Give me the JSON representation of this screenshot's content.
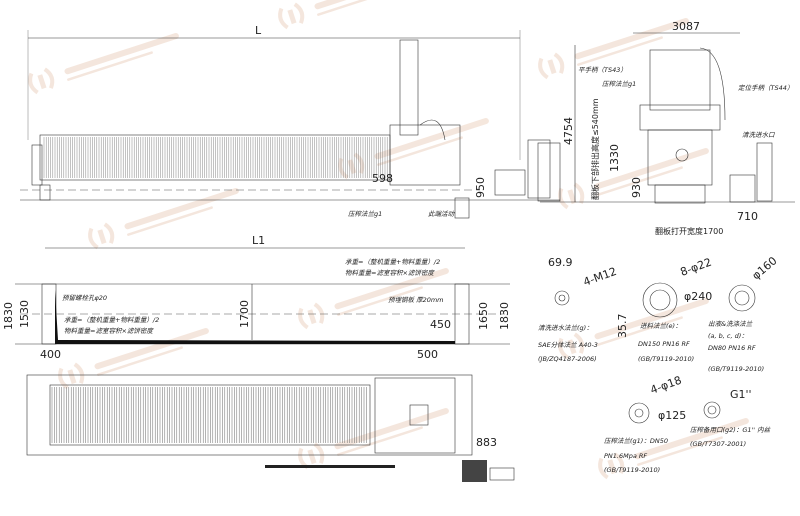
{
  "watermark": {
    "brand": "九龙过滤 JL-filterpress",
    "tagline": "压滤机系统及技术 filter press system & technology",
    "color": "#e8c9b4"
  },
  "side_view": {
    "dim_L": "L",
    "dim_L1": "L1",
    "dim_598": "598",
    "dim_950": "950",
    "label_press_flange": "压榨法兰g1",
    "label_movable_end": "此端活动"
  },
  "front_view": {
    "dim_width": "3087",
    "dim_height": "4754",
    "dim_discharge": "翻板下部排出高度≤540mm",
    "dim_1330": "1330",
    "dim_930": "930",
    "dim_open_width": "翻板打开宽度1700",
    "dim_710": "710",
    "label_flat_handle": "平手柄（TS43）",
    "label_press_flange": "压榨法兰g1",
    "label_locating_handle": "定位手柄（TS44）",
    "label_wash_inlet": "清洗进水口"
  },
  "foundation": {
    "dim_1830_left": "1830",
    "dim_1530": "1530",
    "dim_1700": "1700",
    "dim_450": "450",
    "dim_1650": "1650",
    "dim_1830_right": "1830",
    "dim_400": "400",
    "dim_500": "500",
    "note_bolt_hole": "预留螺栓孔φ20",
    "note_load_left": "承重=（整机重量+物料重量）/2",
    "note_material_left": "物料重量=滤室容积×滤饼密度",
    "note_load_right": "承重=（整机重量+物料重量）/2",
    "note_material_right": "物料重量=滤室容积×滤饼密度",
    "note_steel_plate": "预埋钢板 厚20mm"
  },
  "plan_view": {
    "dim_883": "883"
  },
  "flanges": {
    "wash": {
      "dim_a": "69.9",
      "dim_b": "4-M12",
      "dim_c": "35.7",
      "lines": [
        "清洗进水法兰(g)：",
        "SAE分体法兰 A40-3",
        "(JB/ZQ4187-2006)"
      ]
    },
    "feed": {
      "dim_a": "8-φ22",
      "dim_b": "φ240",
      "lines": [
        "进料法兰(e)：",
        "DN150 PN16 RF",
        "(GB/T9119-2010)"
      ]
    },
    "outlet": {
      "dim_a": "φ160",
      "lines": [
        "出液&洗涤法兰",
        "(a, b, c, d)：",
        "DN80 PN16 RF",
        "(GB/T9119-2010)"
      ]
    },
    "press": {
      "dim_a": "4-φ18",
      "dim_b": "φ125",
      "lines": [
        "压榨法兰(g1)：DN50",
        "PN1.6Mpa RF",
        "(GB/T9119-2010)"
      ]
    },
    "spare": {
      "dim_a": "G1''",
      "lines": [
        "压榨备用口(g2)：G1'' 内丝",
        "(GB/T7307-2001)"
      ]
    }
  }
}
